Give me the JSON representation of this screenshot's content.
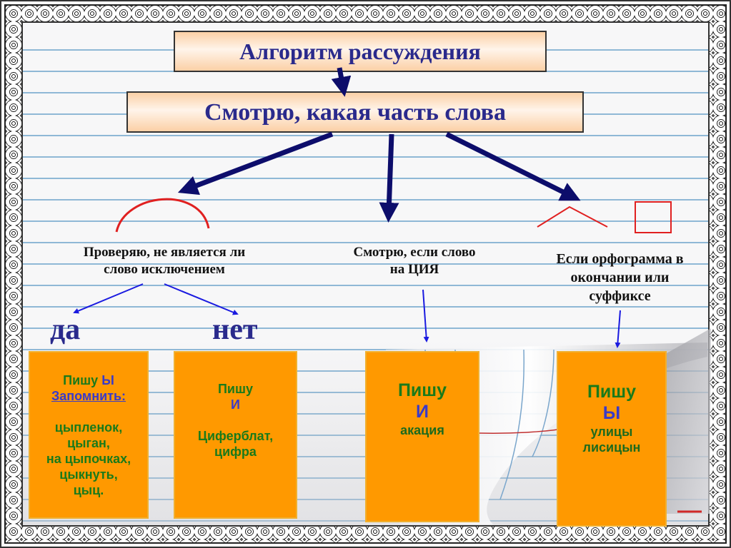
{
  "header": {
    "title": "Алгоритм рассуждения",
    "step1": "Смотрю, какая часть слова"
  },
  "branches": {
    "root": {
      "label_line1": "Проверяю, не является ли",
      "label_line2": "слово исключением",
      "icon": "root-arc-icon",
      "yes": "да",
      "no": "нет"
    },
    "cia": {
      "label_line1": "Смотрю, если слово",
      "label_line2": "на ЦИЯ"
    },
    "ending": {
      "label_line1": "Если орфограмма в",
      "label_line2": "окончании или",
      "label_line3": "суффиксе",
      "icons": [
        "suffix-caret-icon",
        "ending-square-icon"
      ]
    }
  },
  "cards": [
    {
      "write": "Пишу",
      "letter": "Ы",
      "remember": "Запомнить:",
      "words": [
        "цыпленок,",
        "цыган,",
        "на цыпочках,",
        "цыкнуть,",
        "цыц."
      ]
    },
    {
      "write": "Пишу",
      "letter": "И",
      "words": [
        "Циферблат,",
        "цифра"
      ]
    },
    {
      "write": "Пишу",
      "letter": "И",
      "words": [
        "акация"
      ]
    },
    {
      "write": "Пишу",
      "letter": "Ы",
      "words": [
        "улицы",
        "лисицын"
      ]
    }
  ],
  "colors": {
    "arrow_dark": "#0d0d6b",
    "arrow_thin": "#1a1ae0",
    "card_bg": "#ff9900",
    "card_text": "#1a7a1a",
    "letter_blue": "#3a3ac8",
    "title_text": "#2a2a8c",
    "morpheme_red": "#e02020",
    "ruled_line": "#8fb8d6"
  }
}
